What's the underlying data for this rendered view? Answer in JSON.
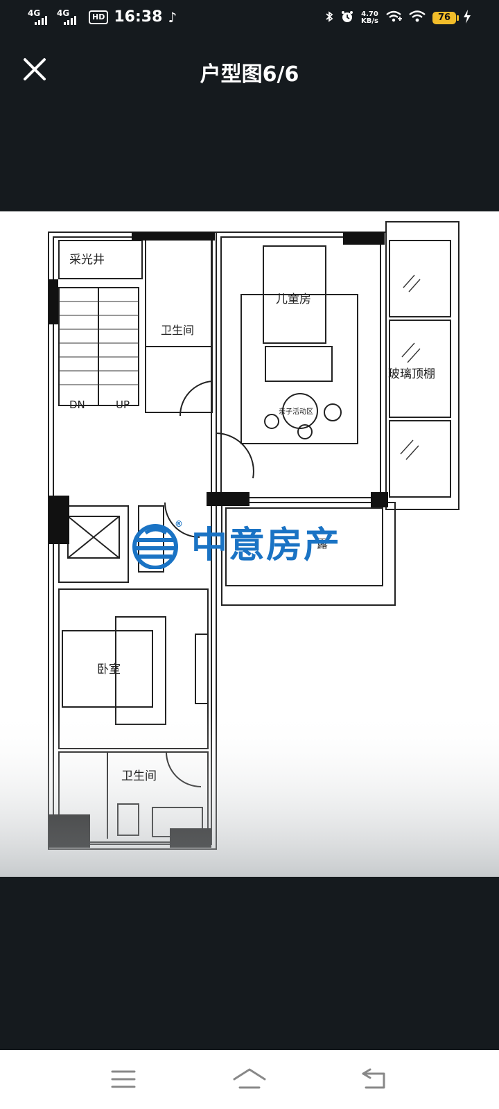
{
  "status_bar": {
    "network1": "4G",
    "network2": "4G",
    "hd_badge": "HD",
    "time": "16:38",
    "net_speed_value": "4.70",
    "net_speed_unit": "KB/s",
    "battery": "76"
  },
  "header": {
    "title": "户型图6/6"
  },
  "floorplan": {
    "labels": {
      "lightwell": "采光井",
      "bathroom_top": "卫生间",
      "kids_room": "儿童房",
      "activity_area": "亲子活动区",
      "glass_roof": "玻璃顶棚",
      "stairs_dn": "DN",
      "stairs_up": "UP",
      "terrace": "露",
      "bedroom": "卧室",
      "bathroom_bottom": "卫生间"
    },
    "watermark": {
      "text": "中意房产",
      "mark": "®",
      "color": "#1a73c4"
    }
  }
}
